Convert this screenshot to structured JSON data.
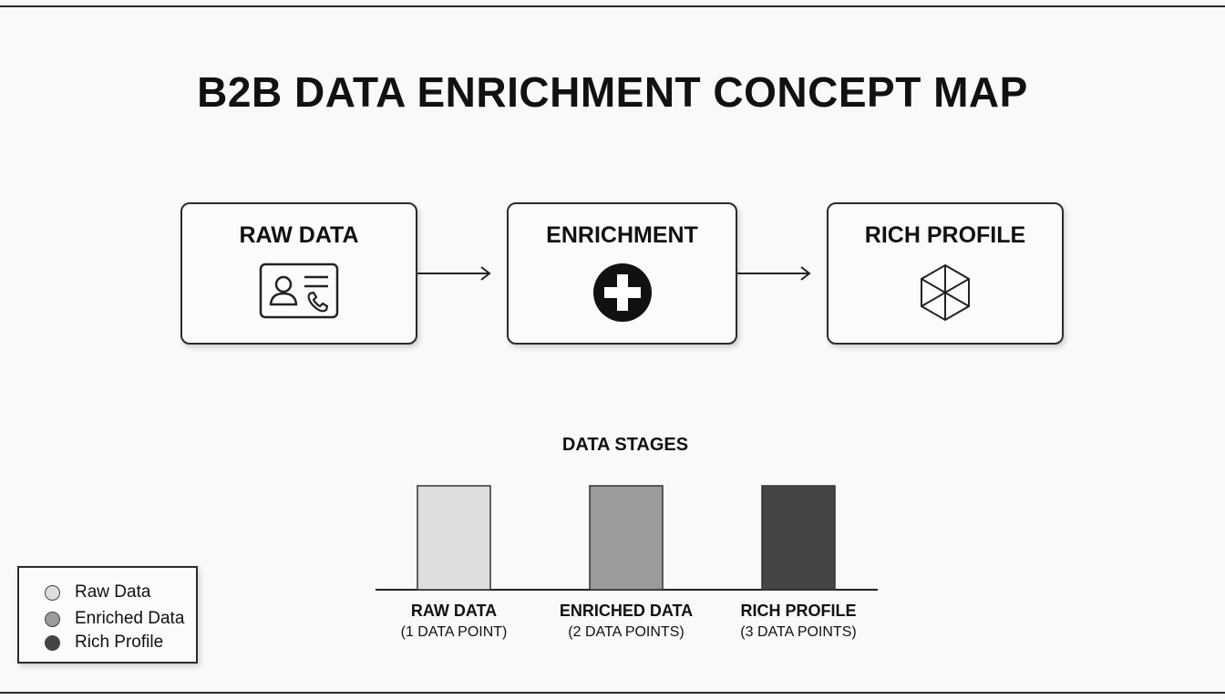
{
  "title": "B2B DATA ENRICHMENT CONCEPT MAP",
  "flow": {
    "nodes": [
      {
        "label": "RAW DATA",
        "icon": "contact-card-icon"
      },
      {
        "label": "ENRICHMENT",
        "icon": "plus-circle-icon"
      },
      {
        "label": "RICH PROFILE",
        "icon": "hexagon-network-icon"
      }
    ]
  },
  "chart_data": {
    "type": "bar",
    "title": "DATA STAGES",
    "categories": [
      "RAW DATA",
      "ENRICHED DATA",
      "RICH PROFILE"
    ],
    "sublabels": [
      "(1 DATA POINT)",
      "(2 DATA POINTS)",
      "(3 DATA POINTS)"
    ],
    "values": [
      1,
      1,
      1
    ],
    "colors": [
      "#dededd",
      "#9b9b9b",
      "#454545"
    ],
    "xlabel": "",
    "ylabel": "",
    "grid": false
  },
  "legend": {
    "items": [
      {
        "label": "Raw Data",
        "color": "#dededd"
      },
      {
        "label": "Enriched Data",
        "color": "#9b9b9b"
      },
      {
        "label": "Rich Profile",
        "color": "#454545"
      }
    ]
  }
}
